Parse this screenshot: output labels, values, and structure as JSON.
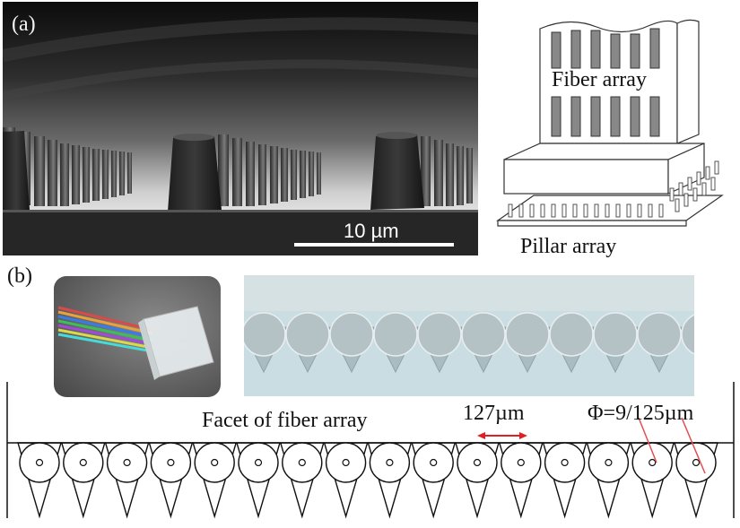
{
  "panel_a": {
    "label": "(a)",
    "scale_bar": "10 µm",
    "schematic": {
      "fiber_label": "Fiber array",
      "pillar_label": "Pillar array"
    }
  },
  "panel_b": {
    "label": "(b)",
    "facet_label": "Facet of fiber array",
    "pitch_label": "127µm",
    "diameter_label": "Φ=9/125µm",
    "fiber_count": 16
  },
  "colors": {
    "pitch_arrow": "#e02020",
    "diameter_leader": "#e05050",
    "sem_bright": "#d8d8d8",
    "micro_bg": "#c9dde2"
  }
}
